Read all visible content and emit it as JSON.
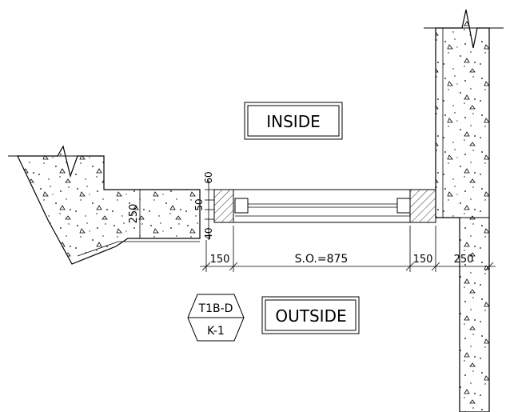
{
  "labels": {
    "inside": "INSIDE",
    "outside": "OUTSIDE"
  },
  "dimensions": {
    "slab_thickness": "250",
    "sill_60": "60",
    "sill_50": "50",
    "sill_40": "40",
    "left_jamb": "150",
    "opening": "S.O.=875",
    "right_jamb": "150",
    "column": "250"
  },
  "tag": {
    "top": "T1B-D",
    "bottom": "K-1"
  },
  "colors": {
    "line": "#000000",
    "background": "#ffffff"
  }
}
